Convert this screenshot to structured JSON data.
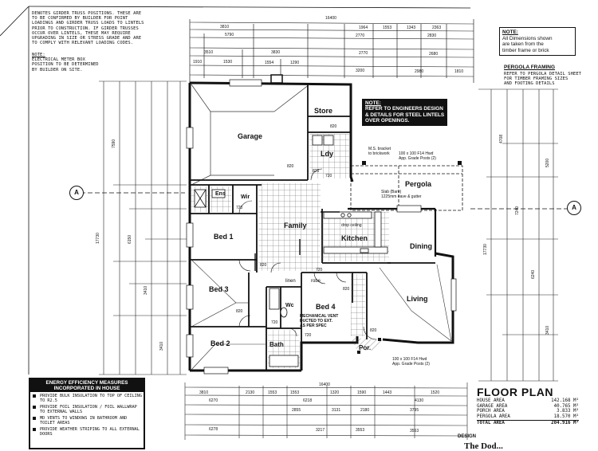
{
  "notes": {
    "girder": [
      "DENOTES GIRDER TRUSS POSITIONS. THESE ARE",
      "TO BE CONFIRMED BY BUILDER FOR POINT",
      "LOADINGS AND GIRDER TRUSS LOADS TO LINTELS",
      "PRIOR TO CONSTRUCTION. IF GIRDER TRUSSES",
      "OCCUR OVER LINTELS, THESE MAY REQUIRE",
      "UPGRADING IN SIZE OR STRESS GRADE AND ARE",
      "TO COMPLY WITH RELEVANT LOADING CODES."
    ],
    "meter_title": "NOTE:",
    "meter": [
      "ELECTRICAL METER BOX",
      "POSITION TO BE DETERMINED",
      "BY BUILDER ON SITE."
    ],
    "dimensions": [
      "NOTE:",
      "All Dimensions shown",
      "are taken from the",
      "timber frame or brick"
    ],
    "engineer": [
      "NOTE:",
      "REFER TO ENGINEERS DESIGN",
      "& DETAILS FOR STEEL LINTELS",
      "OVER OPENINGS."
    ],
    "pergola_heading": "PERGOLA FRAMING",
    "pergola": [
      "REFER TO PERGOLA DETAIL SHEET",
      "FOR TIMBER FRAMING SIZES",
      "AND FOOTING DETAILS"
    ],
    "bracket": [
      "M.S. bracket",
      "to brickwork"
    ],
    "posts_top": [
      "100 x 100 F14 Hwd",
      "App. Grade Posts (2)"
    ],
    "posts_bottom": [
      "100 x 100 F14 Hwd",
      "App. Grade Posts (2)"
    ],
    "slab": [
      "Slab (Bare)",
      "1225mm eave & gutter"
    ],
    "drop_ceiling": "drop ceiling",
    "mech_vent": [
      "MECHANICAL VENT",
      "DUCTED TO EXT.",
      "AS PER SPEC"
    ]
  },
  "rooms": {
    "garage": "Garage",
    "store": "Store",
    "ldy": "Ldy",
    "pergola": "Pergola",
    "ens": "Ens",
    "wir": "Wir",
    "family": "Family",
    "kitchen": "Kitchen",
    "dining": "Dining",
    "bed1": "Bed 1",
    "bed3": "Bed 3",
    "bed4": "Bed 4",
    "bed2": "Bed 2",
    "living": "Living",
    "wc": "Wc",
    "bath": "Bath",
    "por": "Por.",
    "linen": "linen",
    "robe": "robe"
  },
  "dims": {
    "top_overall": "16400",
    "top_row1": [
      "3810",
      "1964",
      "1553",
      "1343",
      "2363"
    ],
    "top_row2": [
      "5790",
      "2770",
      "2830"
    ],
    "top_row3": [
      "3510",
      "3830",
      "2770",
      "2680"
    ],
    "top_row4": [
      "1910",
      "1530",
      "1554",
      "1290",
      "3200",
      "2980",
      "1810"
    ],
    "bottom_overall": "16400",
    "bottom_row1": [
      "3810",
      "2130",
      "1553",
      "1553",
      "1320",
      "1590",
      "1443",
      "1520"
    ],
    "bottom_row2": [
      "6270",
      "6218",
      "4130"
    ],
    "bottom_row3": [
      "2855",
      "3131",
      "2180",
      "3795"
    ],
    "bottom_row4": [
      "6278",
      "3217",
      "3553",
      "3553"
    ],
    "left_overall": "17730",
    "left_row": [
      "7590",
      "6150",
      "3410",
      "3410"
    ],
    "right_overall": "17730",
    "right_row": [
      "4708",
      "7240",
      "6240",
      "5200",
      "3410"
    ],
    "door_codes": [
      "820",
      "820",
      "720",
      "820",
      "820",
      "720",
      "720",
      "820",
      "820",
      "820",
      "720",
      "720"
    ]
  },
  "north_label": "A",
  "energy": {
    "title": [
      "ENERGY EFFICIENCY MEASURES",
      "INCORPORATED IN HOUSE"
    ],
    "items": [
      "PROVIDE BULK INSULATION TO TOP OF CEILING TO R2.5",
      "PROVIDE FOIL INSULATION / FOIL WALLWRAP TO EXTERNAL WALLS",
      "MD VENTS TO WINDOWS IN BATHROOM AND TOILET AREAS",
      "PROVIDE WEATHER STRIPING TO ALL EXTERNAL DOORS"
    ]
  },
  "floor_plan": {
    "title": "FLOOR PLAN",
    "areas": [
      {
        "label": "HOUSE AREA",
        "value": "142.168 m²"
      },
      {
        "label": "GARAGE AREA",
        "value": "40.765 m²"
      },
      {
        "label": "PORCH AREA",
        "value": "3.833 m²"
      },
      {
        "label": "PERGOLA AREA",
        "value": "18.570 m²"
      }
    ],
    "total": {
      "label": "TOTAL AREA",
      "value": "204.916 m²"
    }
  },
  "design_label": "DESIGN",
  "company": "The Dod..."
}
